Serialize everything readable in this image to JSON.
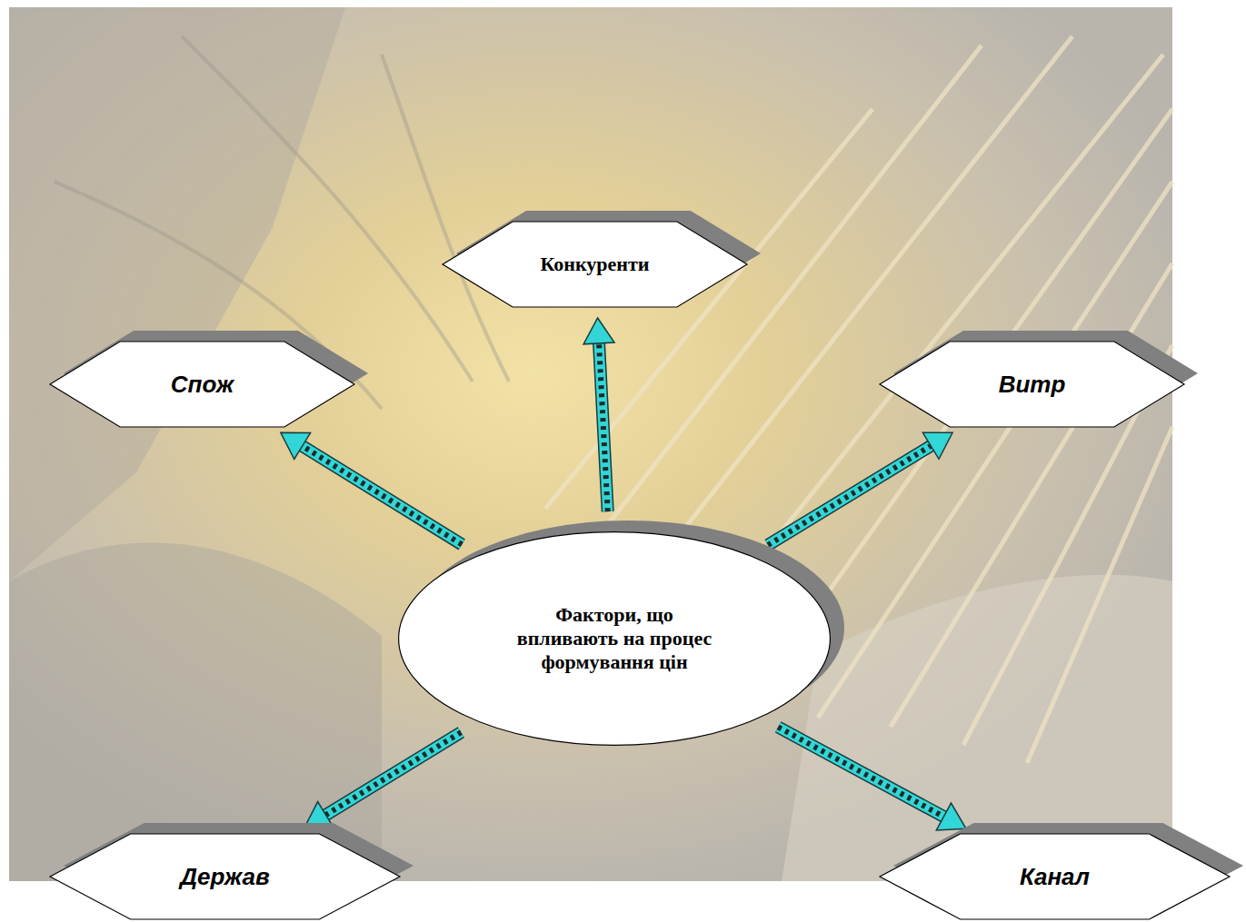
{
  "diagram": {
    "nodes": [
      {
        "text": [
          "Конкуренти"
        ]
      },
      {
        "text": [
          "Спож"
        ]
      },
      {
        "text": [
          "Витр"
        ]
      },
      {
        "text": [
          "Фактори, що впливають на процес формування цін"
        ]
      },
      {
        "text": [
          "Держав"
        ]
      },
      {
        "text": [
          "Канал"
        ]
      }
    ],
    "edges": [
      {
        "from": 3,
        "to": 0,
        "arrow": "to"
      },
      {
        "from": 3,
        "to": 1,
        "arrow": "to"
      },
      {
        "from": 3,
        "to": 2,
        "arrow": "to"
      },
      {
        "from": 3,
        "to": 4,
        "arrow": "to"
      },
      {
        "from": 3,
        "to": 5,
        "arrow": "to"
      }
    ]
  }
}
